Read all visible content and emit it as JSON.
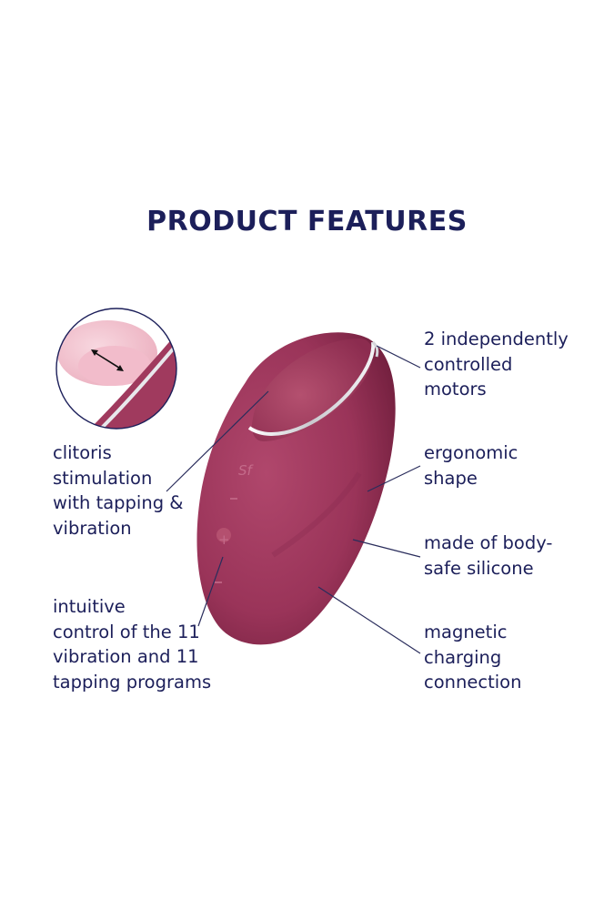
{
  "header": {
    "title": "PRODUCT FEATURES"
  },
  "features": {
    "motors": [
      "2 independently",
      "controlled",
      "motors"
    ],
    "clitoris": [
      "clitoris",
      "stimulation",
      "with tapping &",
      "vibration"
    ],
    "ergonomic": [
      "ergonomic",
      "shape"
    ],
    "silicone": [
      "made of body-",
      "safe silicone"
    ],
    "control": [
      "intuitive",
      "control of the 11",
      "vibration and 11",
      "tapping programs"
    ],
    "magnetic": [
      "magnetic",
      "charging",
      "connection"
    ]
  },
  "product": {
    "logo": "Sf"
  },
  "colors": {
    "text": "#1c1f5a",
    "body": "#a03a5e",
    "body_dark": "#7d2444",
    "rim": "#e0e0e4",
    "line": "#2a2d5c"
  }
}
